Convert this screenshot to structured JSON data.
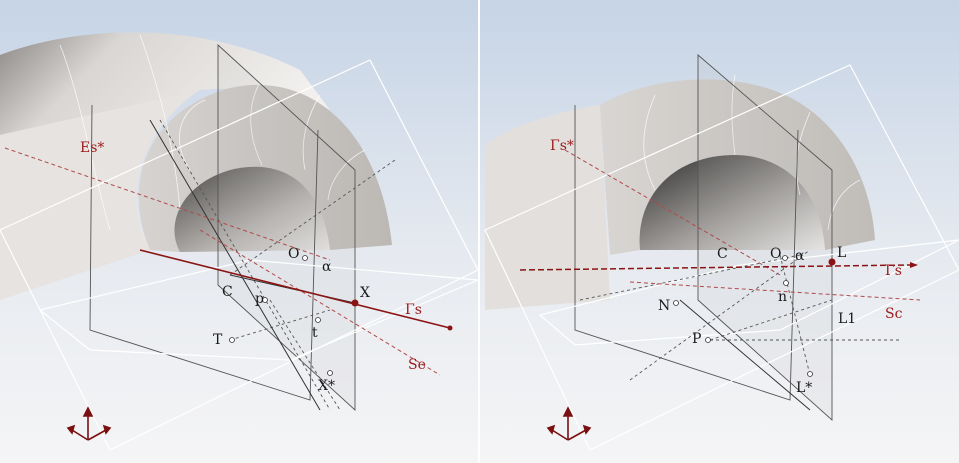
{
  "colors": {
    "background_top": "#c9d6e6",
    "background_bottom": "#f3f4f6",
    "solid": "#ece9e6",
    "solid_shade": "#a9a5a1",
    "line_red": "#9a1b1b",
    "line_dark": "#3a3a3a",
    "plane_edge": "#ffffff"
  },
  "left_panel": {
    "labels": {
      "es_star": "Es*",
      "o": "O",
      "alpha": "α",
      "c": "C",
      "p": "p",
      "x": "X",
      "gamma_s": "Γs",
      "t_upper": "T",
      "t_lower": "t",
      "se": "Se",
      "x_star": "X*"
    }
  },
  "right_panel": {
    "labels": {
      "gamma_s_star": "Γs*",
      "c": "C",
      "o": "O",
      "alpha": "α",
      "l": "L",
      "gamma_s": "Γs",
      "n_upper": "N",
      "n_lower": "n",
      "sc": "Sc",
      "l1": "L1",
      "p": "P",
      "l_star": "L*"
    }
  },
  "axis_icon": "axis-triad-icon"
}
